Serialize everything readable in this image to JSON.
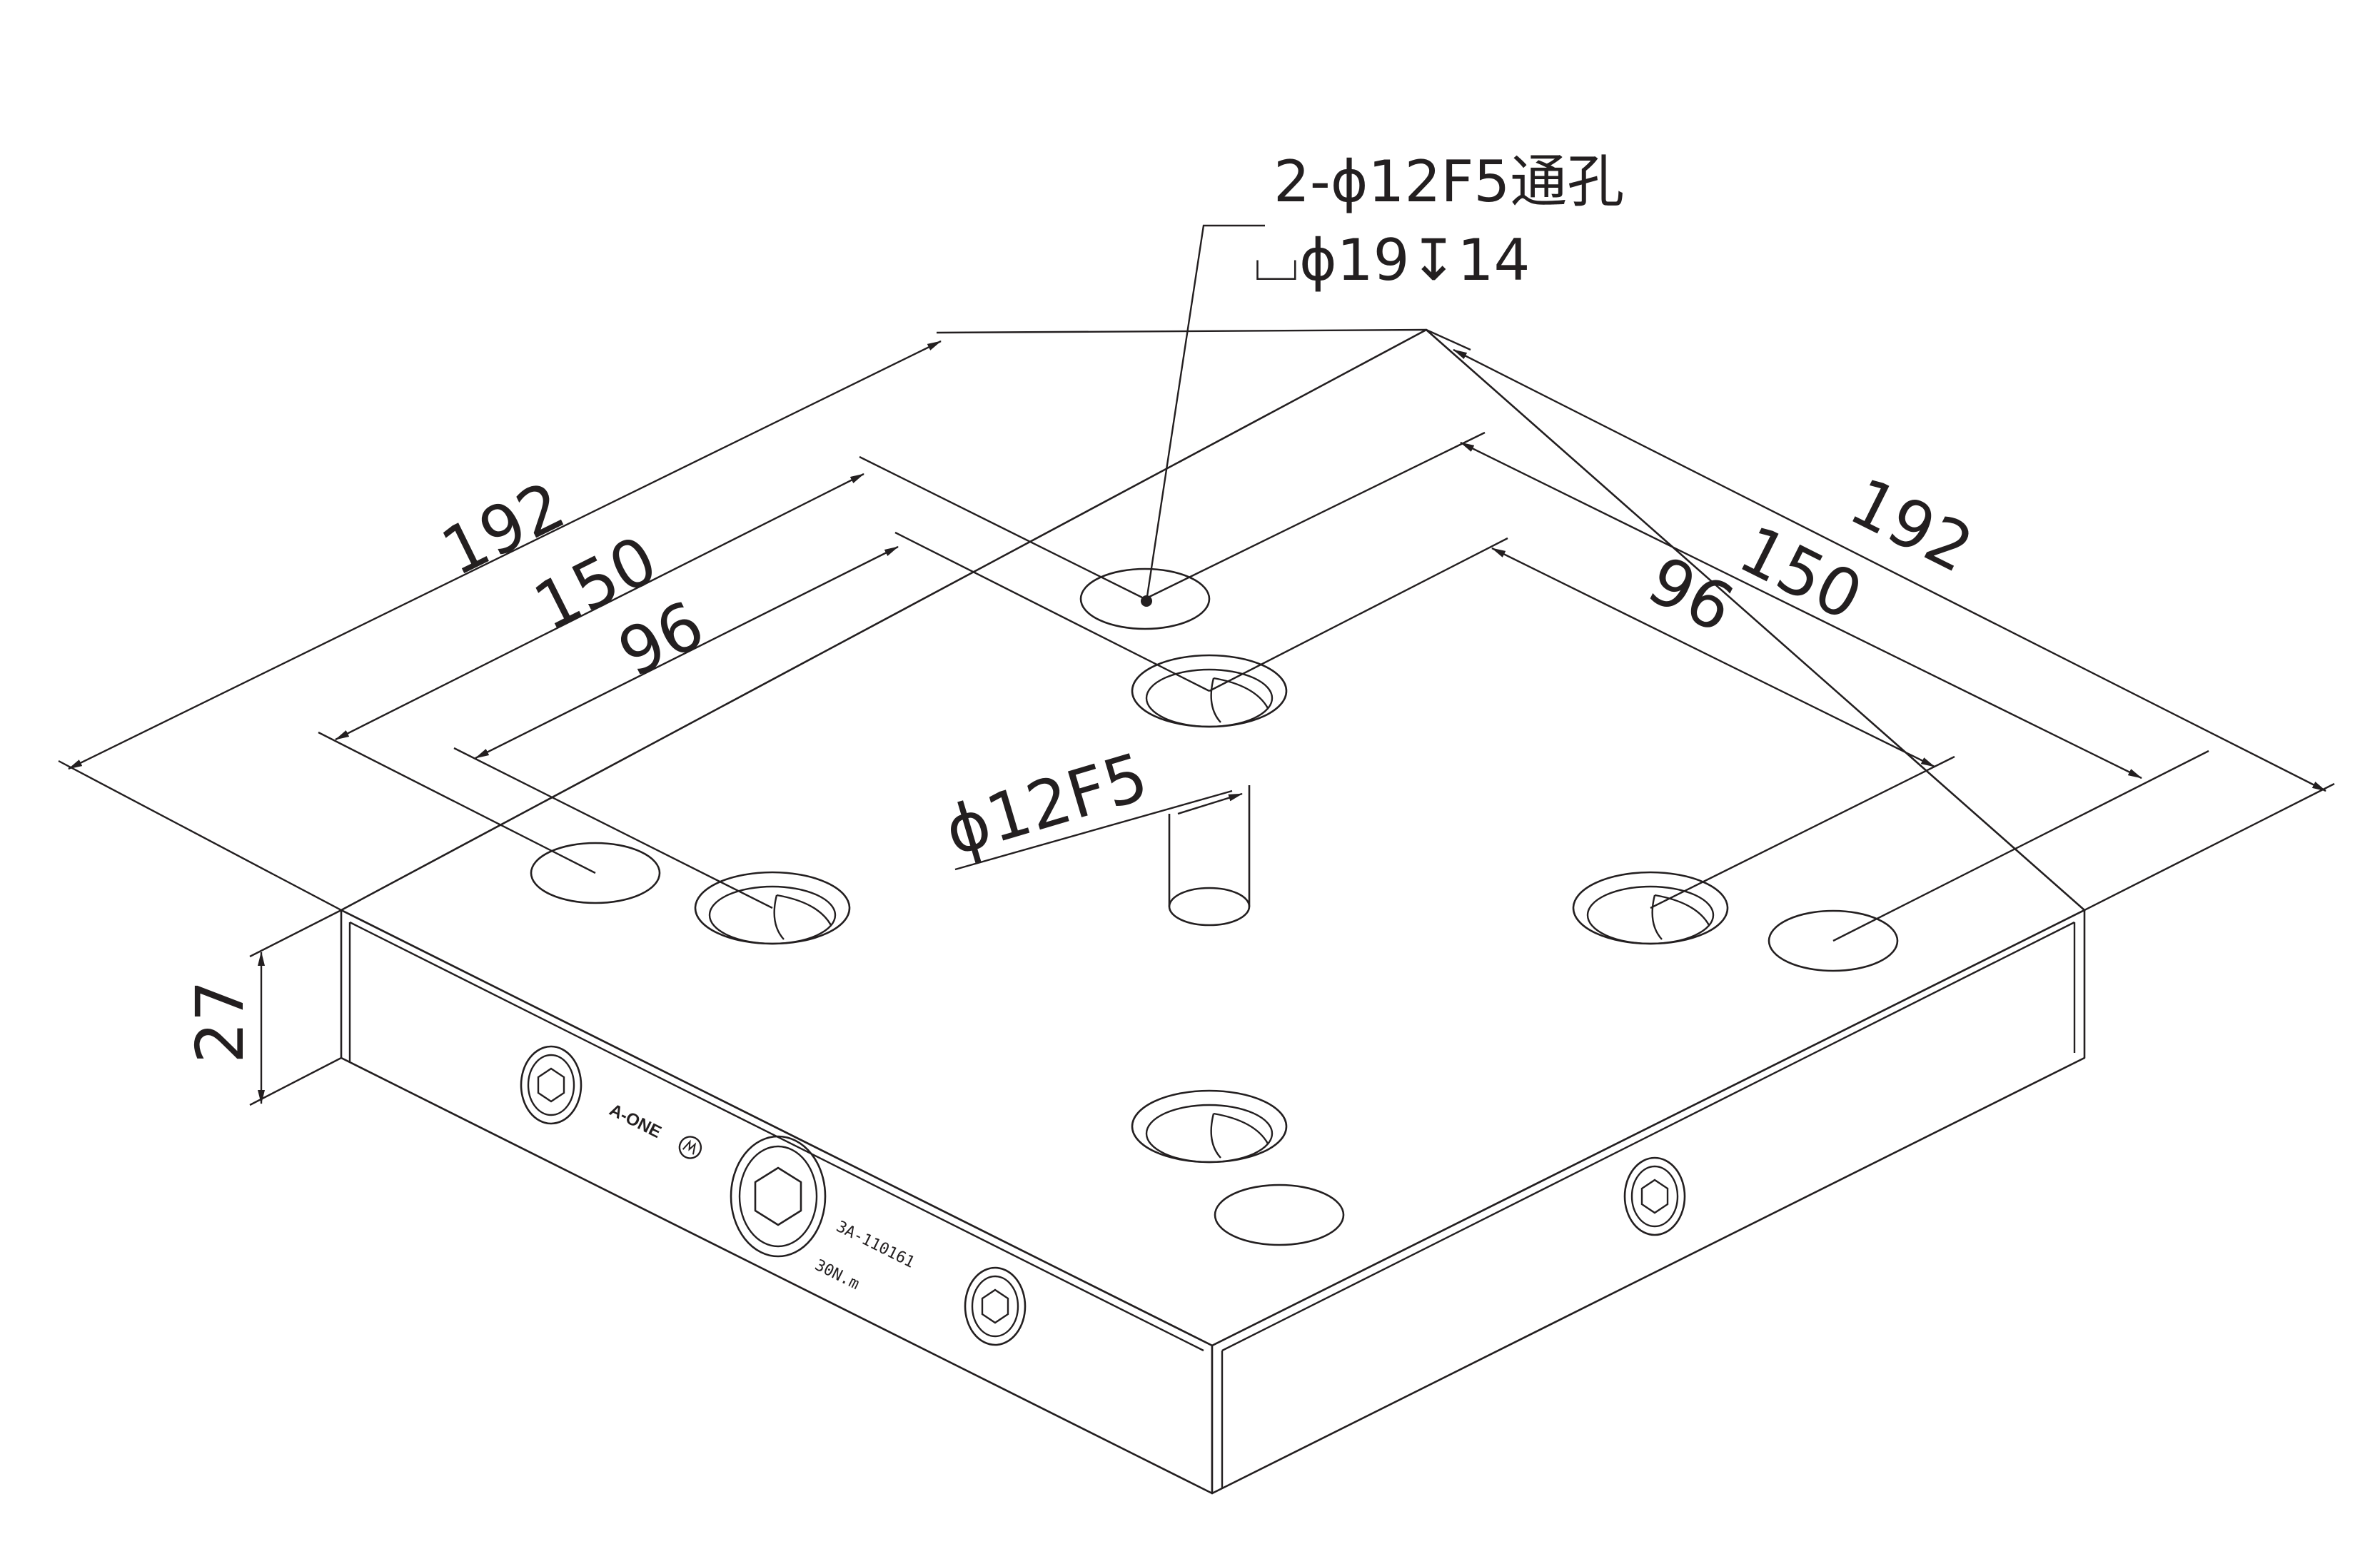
{
  "dimensions": {
    "length_192_left": "192",
    "length_150_left": "150",
    "length_96_left": "96",
    "length_192_right": "192",
    "length_150_right": "150",
    "length_96_right": "96",
    "thickness": "27",
    "pin_diameter": "ϕ12F5"
  },
  "callout": {
    "line1": "2-ϕ12F5通孔",
    "line2": "⌴ϕ19↧14"
  },
  "markings": {
    "brand": "A-ONE",
    "part_number": "3A-110161",
    "torque": "30N.m"
  },
  "colors": {
    "line": "#231f20",
    "background": "#ffffff"
  }
}
